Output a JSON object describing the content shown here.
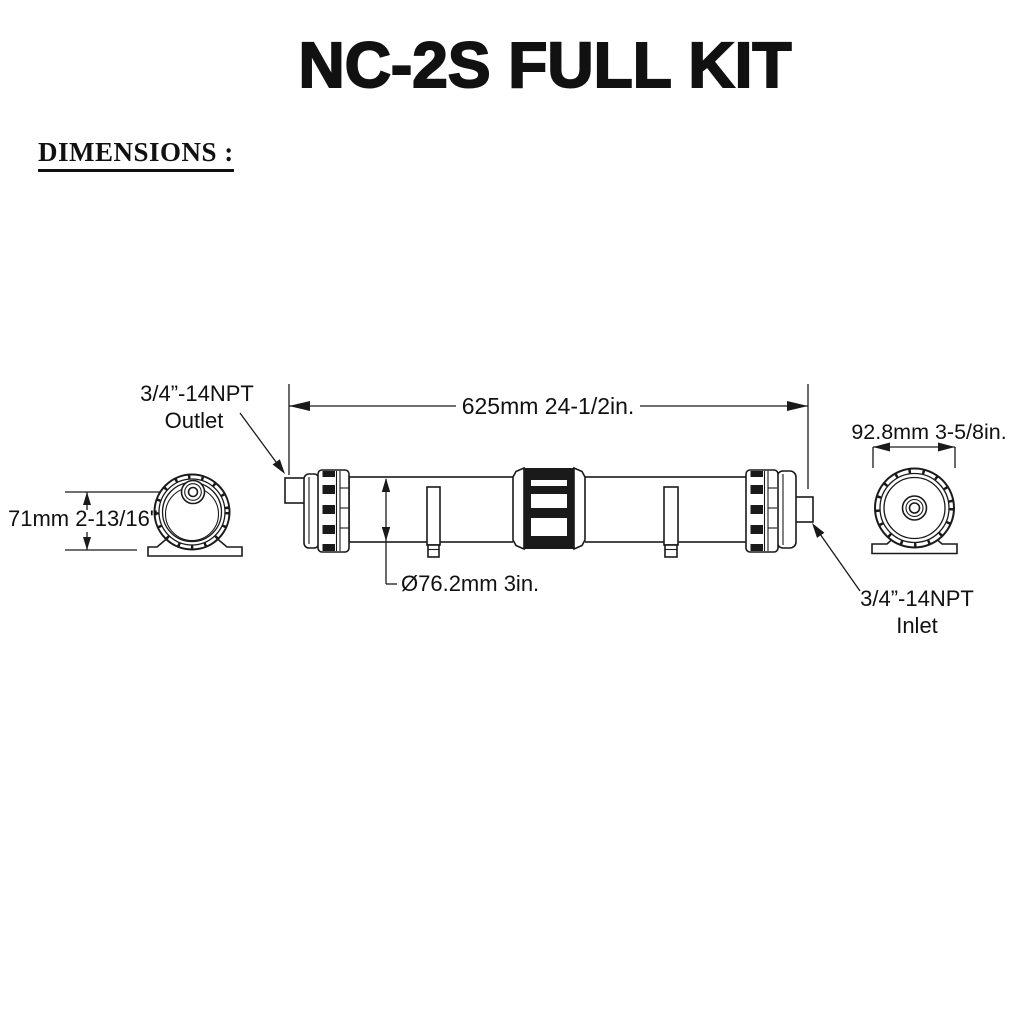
{
  "title": "NC-2S FULL KIT",
  "section": {
    "heading": "DIMENSIONS :"
  },
  "drawing": {
    "overall_length_label": "625mm 24-1/2in.",
    "tube_diameter_label": "Ø76.2mm 3in.",
    "cap_diameter_label": "92.8mm 3-5/8in.",
    "outlet_height_label": "71mm 2-13/16\"",
    "outlet_line1": "3/4”-14NPT",
    "outlet_line2": "Outlet",
    "inlet_line1": "3/4”-14NPT",
    "inlet_line2": "Inlet"
  },
  "colors": {
    "line": "#1a1a1a",
    "background": "#ffffff"
  }
}
